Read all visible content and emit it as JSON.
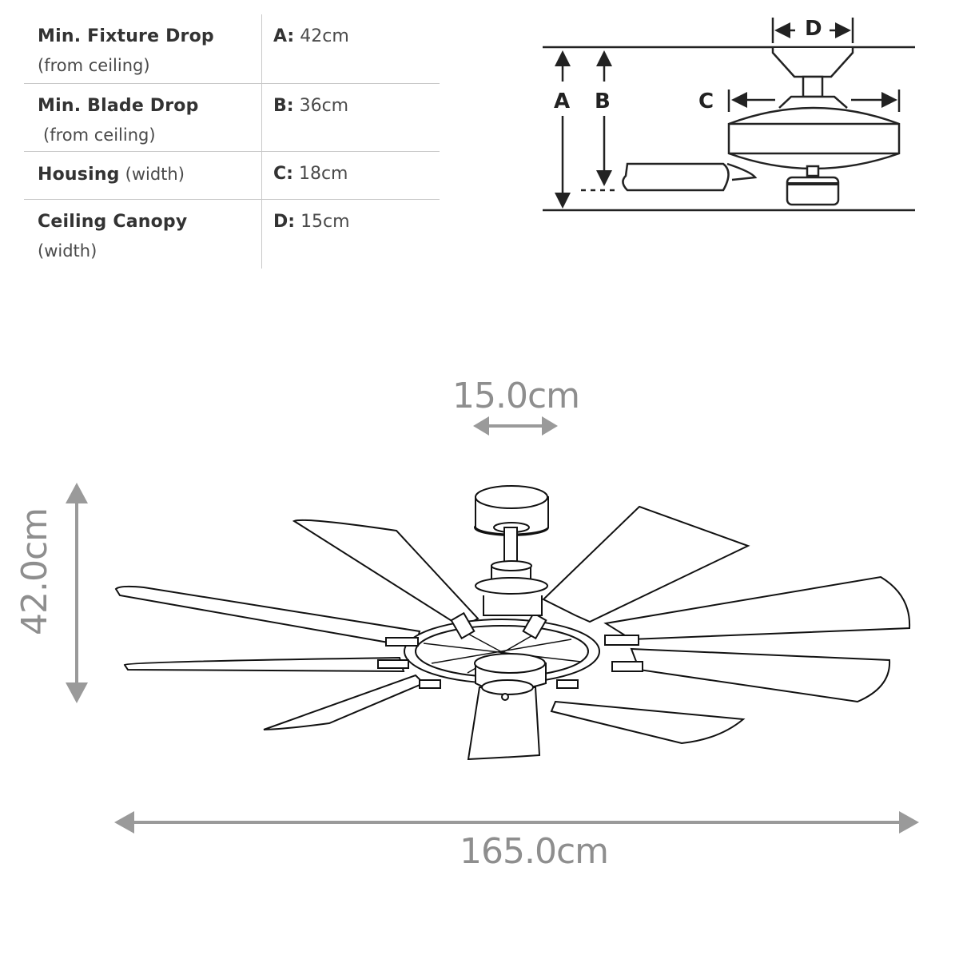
{
  "spec_table": {
    "rows": [
      {
        "label": "Min. Fixture Drop",
        "sublabel": "(from ceiling)",
        "key": "A:",
        "value": "42cm"
      },
      {
        "label": "Min. Blade Drop",
        "sublabel": "(from ceiling)",
        "key": "B:",
        "value": "36cm"
      },
      {
        "label": "Housing",
        "sublabel": "(width)",
        "key": "C:",
        "value": "18cm"
      },
      {
        "label": "Ceiling Canopy",
        "sublabel": "(width)",
        "key": "D:",
        "value": "15cm"
      }
    ]
  },
  "side_diagram": {
    "letters": {
      "a": "A",
      "b": "B",
      "c": "C",
      "d": "D"
    }
  },
  "fan_diagram": {
    "canopy_width": "15.0cm",
    "height": "42.0cm",
    "span": "165.0cm",
    "blade_count": 9,
    "dimension_color": "#8e8e8e",
    "line_color": "#111111"
  }
}
